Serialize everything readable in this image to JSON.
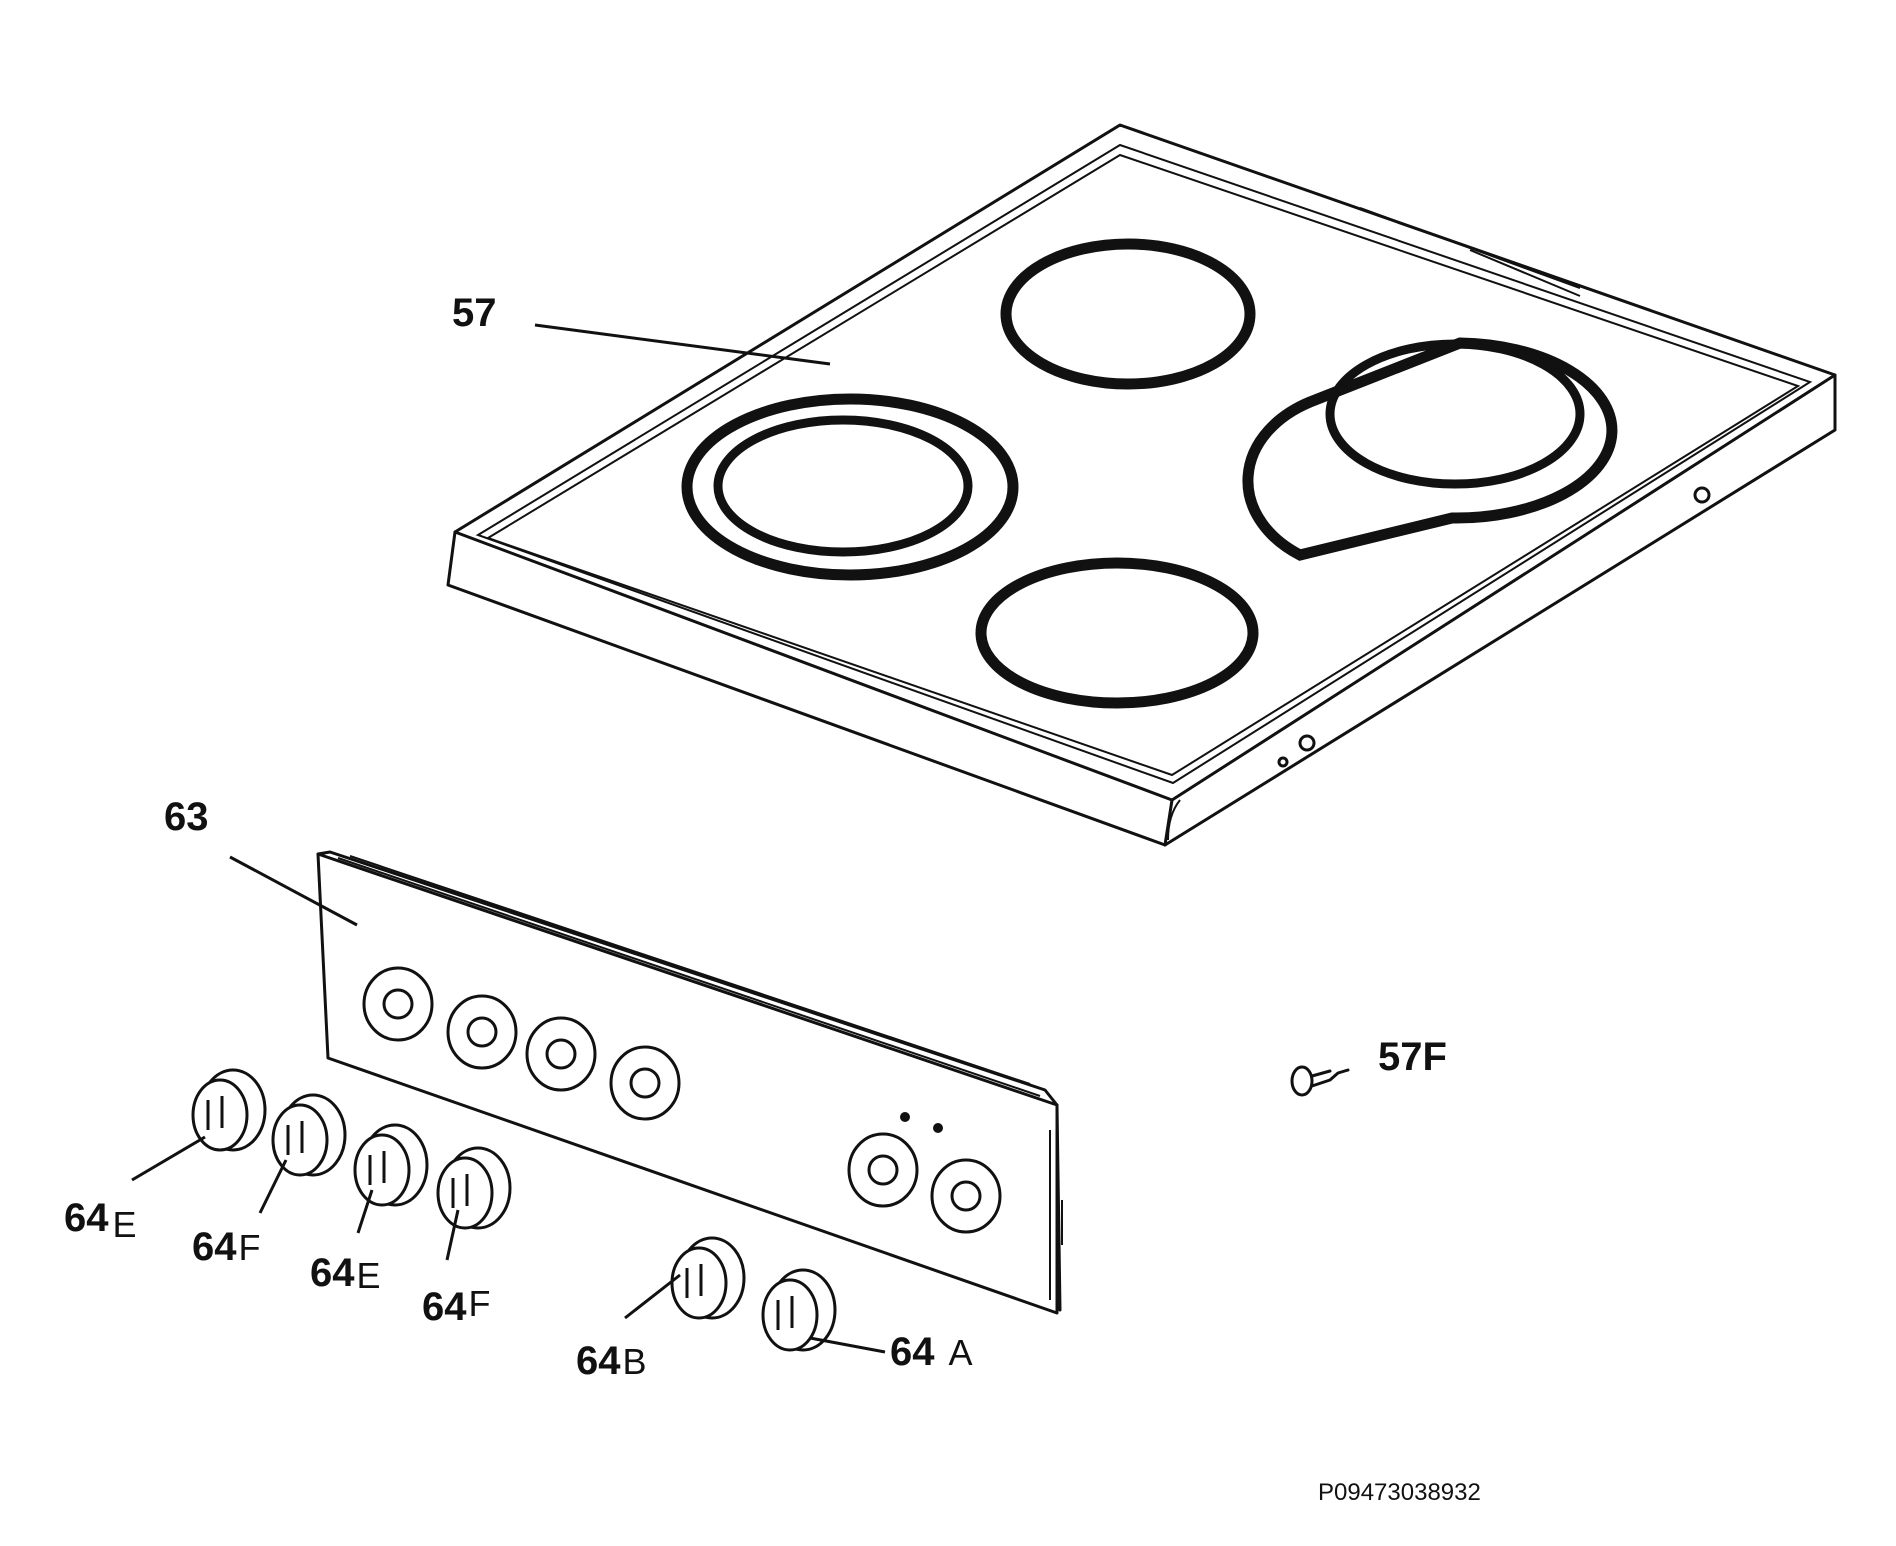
{
  "labels": {
    "hob": "57",
    "screw": "57F",
    "panel": "63",
    "knob_e1": {
      "num": "64",
      "suffix": "E"
    },
    "knob_f1": {
      "num": "64",
      "suffix": "F"
    },
    "knob_e2": {
      "num": "64",
      "suffix": "E"
    },
    "knob_f2": {
      "num": "64",
      "suffix": "F"
    },
    "knob_b": {
      "num": "64",
      "suffix": "B"
    },
    "knob_a": {
      "num": "64",
      "suffix": "A"
    }
  },
  "diagram_code": "P09473038932",
  "colors": {
    "line": "#111111",
    "background": "#ffffff"
  }
}
